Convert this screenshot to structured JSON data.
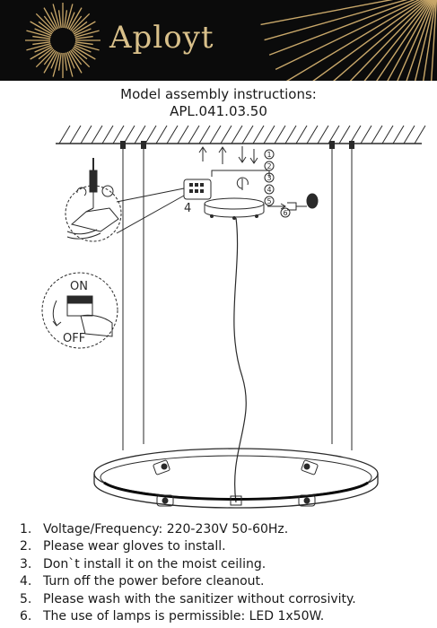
{
  "header": {
    "brand": "Aployt",
    "colors": {
      "background": "#0b0b0b",
      "gold": "#d9c08a"
    },
    "icon": "sunburst-logo-icon"
  },
  "title": {
    "line1": "Model assembly instructions:",
    "line2": "APL.041.03.50"
  },
  "diagram": {
    "step_numbers": [
      "1",
      "2",
      "3",
      "4",
      "5",
      "6"
    ],
    "callout_number": "4",
    "switch_on": "ON",
    "switch_off": "OFF"
  },
  "notes": [
    {
      "num": "1.",
      "text": "Voltage/Frequency: 220-230V 50-60Hz."
    },
    {
      "num": "2.",
      "text": "Please wear gloves to install."
    },
    {
      "num": "3.",
      "text": "Don`t install it on the moist ceiling."
    },
    {
      "num": "4.",
      "text": "Turn off the power before cleanout."
    },
    {
      "num": "5.",
      "text": "Please wash with the sanitizer without corrosivity."
    },
    {
      "num": "6.",
      "text": "The use of lamps is permissible: LED 1x50W."
    }
  ]
}
